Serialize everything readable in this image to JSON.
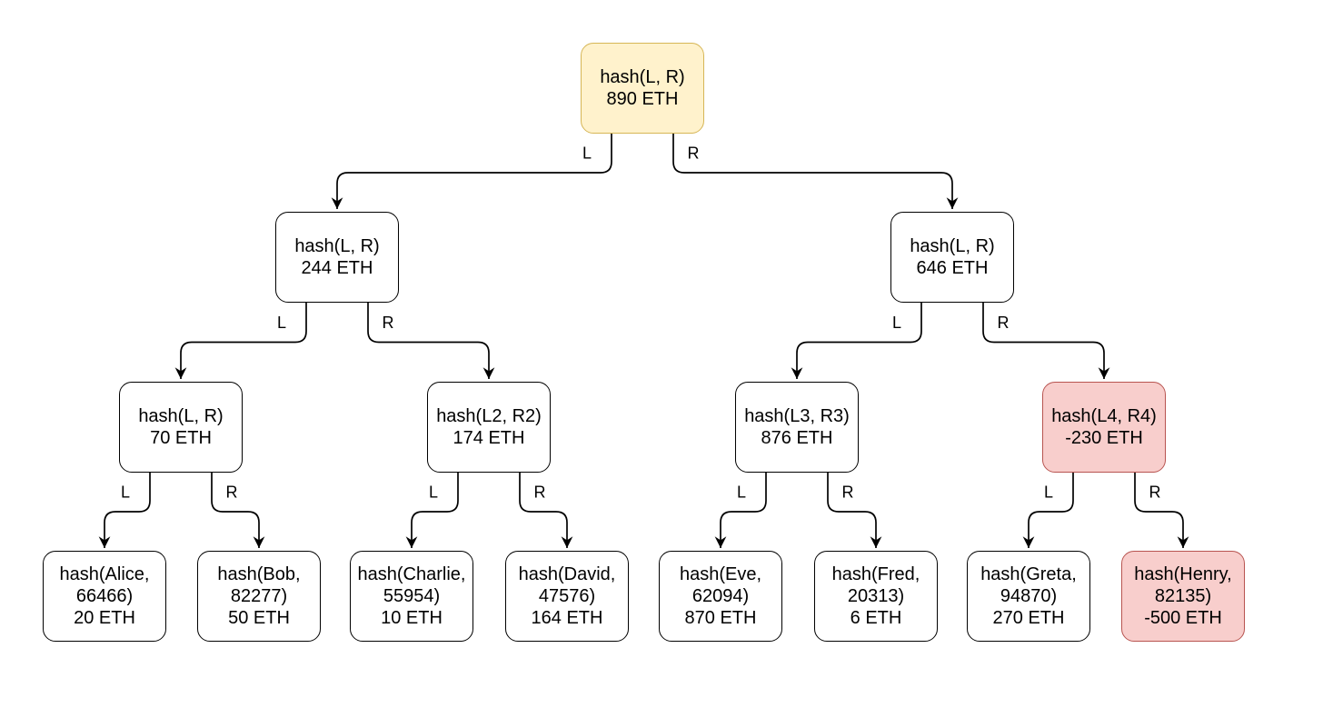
{
  "diagram": {
    "type": "merkle-tree",
    "colors": {
      "root_fill": "#fff2cc",
      "root_border": "#d6b656",
      "default_fill": "#ffffff",
      "default_border": "#000000",
      "negative_fill": "#f8cecc",
      "negative_border": "#b85450",
      "edge": "#000000",
      "text": "#000000"
    },
    "nodes": {
      "root": {
        "label": "hash(L, R)",
        "value": "890 ETH",
        "variant": "root"
      },
      "l": {
        "label": "hash(L, R)",
        "value": "244 ETH",
        "variant": "default"
      },
      "r": {
        "label": "hash(L, R)",
        "value": "646 ETH",
        "variant": "default"
      },
      "ll": {
        "label": "hash(L, R)",
        "value": "70 ETH",
        "variant": "default"
      },
      "lr": {
        "label": "hash(L2, R2)",
        "value": "174 ETH",
        "variant": "default"
      },
      "rl": {
        "label": "hash(L3, R3)",
        "value": "876 ETH",
        "variant": "default"
      },
      "rr": {
        "label": "hash(L4, R4)",
        "value": "-230 ETH",
        "variant": "negative"
      },
      "alice": {
        "label": "hash(Alice, 66466)",
        "value": "20 ETH",
        "variant": "default"
      },
      "bob": {
        "label": "hash(Bob, 82277)",
        "value": "50 ETH",
        "variant": "default"
      },
      "charlie": {
        "label": "hash(Charlie, 55954)",
        "value": "10 ETH",
        "variant": "default"
      },
      "david": {
        "label": "hash(David, 47576)",
        "value": "164 ETH",
        "variant": "default"
      },
      "eve": {
        "label": "hash(Eve, 62094)",
        "value": "870 ETH",
        "variant": "default"
      },
      "fred": {
        "label": "hash(Fred, 20313)",
        "value": "6 ETH",
        "variant": "default"
      },
      "greta": {
        "label": "hash(Greta, 94870)",
        "value": "270 ETH",
        "variant": "default"
      },
      "henry": {
        "label": "hash(Henry, 82135)",
        "value": "-500 ETH",
        "variant": "negative"
      }
    },
    "edges": [
      {
        "from": "root",
        "to": "l",
        "label": "L"
      },
      {
        "from": "root",
        "to": "r",
        "label": "R"
      },
      {
        "from": "l",
        "to": "ll",
        "label": "L"
      },
      {
        "from": "l",
        "to": "lr",
        "label": "R"
      },
      {
        "from": "r",
        "to": "rl",
        "label": "L"
      },
      {
        "from": "r",
        "to": "rr",
        "label": "R"
      },
      {
        "from": "ll",
        "to": "alice",
        "label": "L"
      },
      {
        "from": "ll",
        "to": "bob",
        "label": "R"
      },
      {
        "from": "lr",
        "to": "charlie",
        "label": "L"
      },
      {
        "from": "lr",
        "to": "david",
        "label": "R"
      },
      {
        "from": "rl",
        "to": "eve",
        "label": "L"
      },
      {
        "from": "rl",
        "to": "fred",
        "label": "R"
      },
      {
        "from": "rr",
        "to": "greta",
        "label": "L"
      },
      {
        "from": "rr",
        "to": "henry",
        "label": "R"
      }
    ]
  }
}
